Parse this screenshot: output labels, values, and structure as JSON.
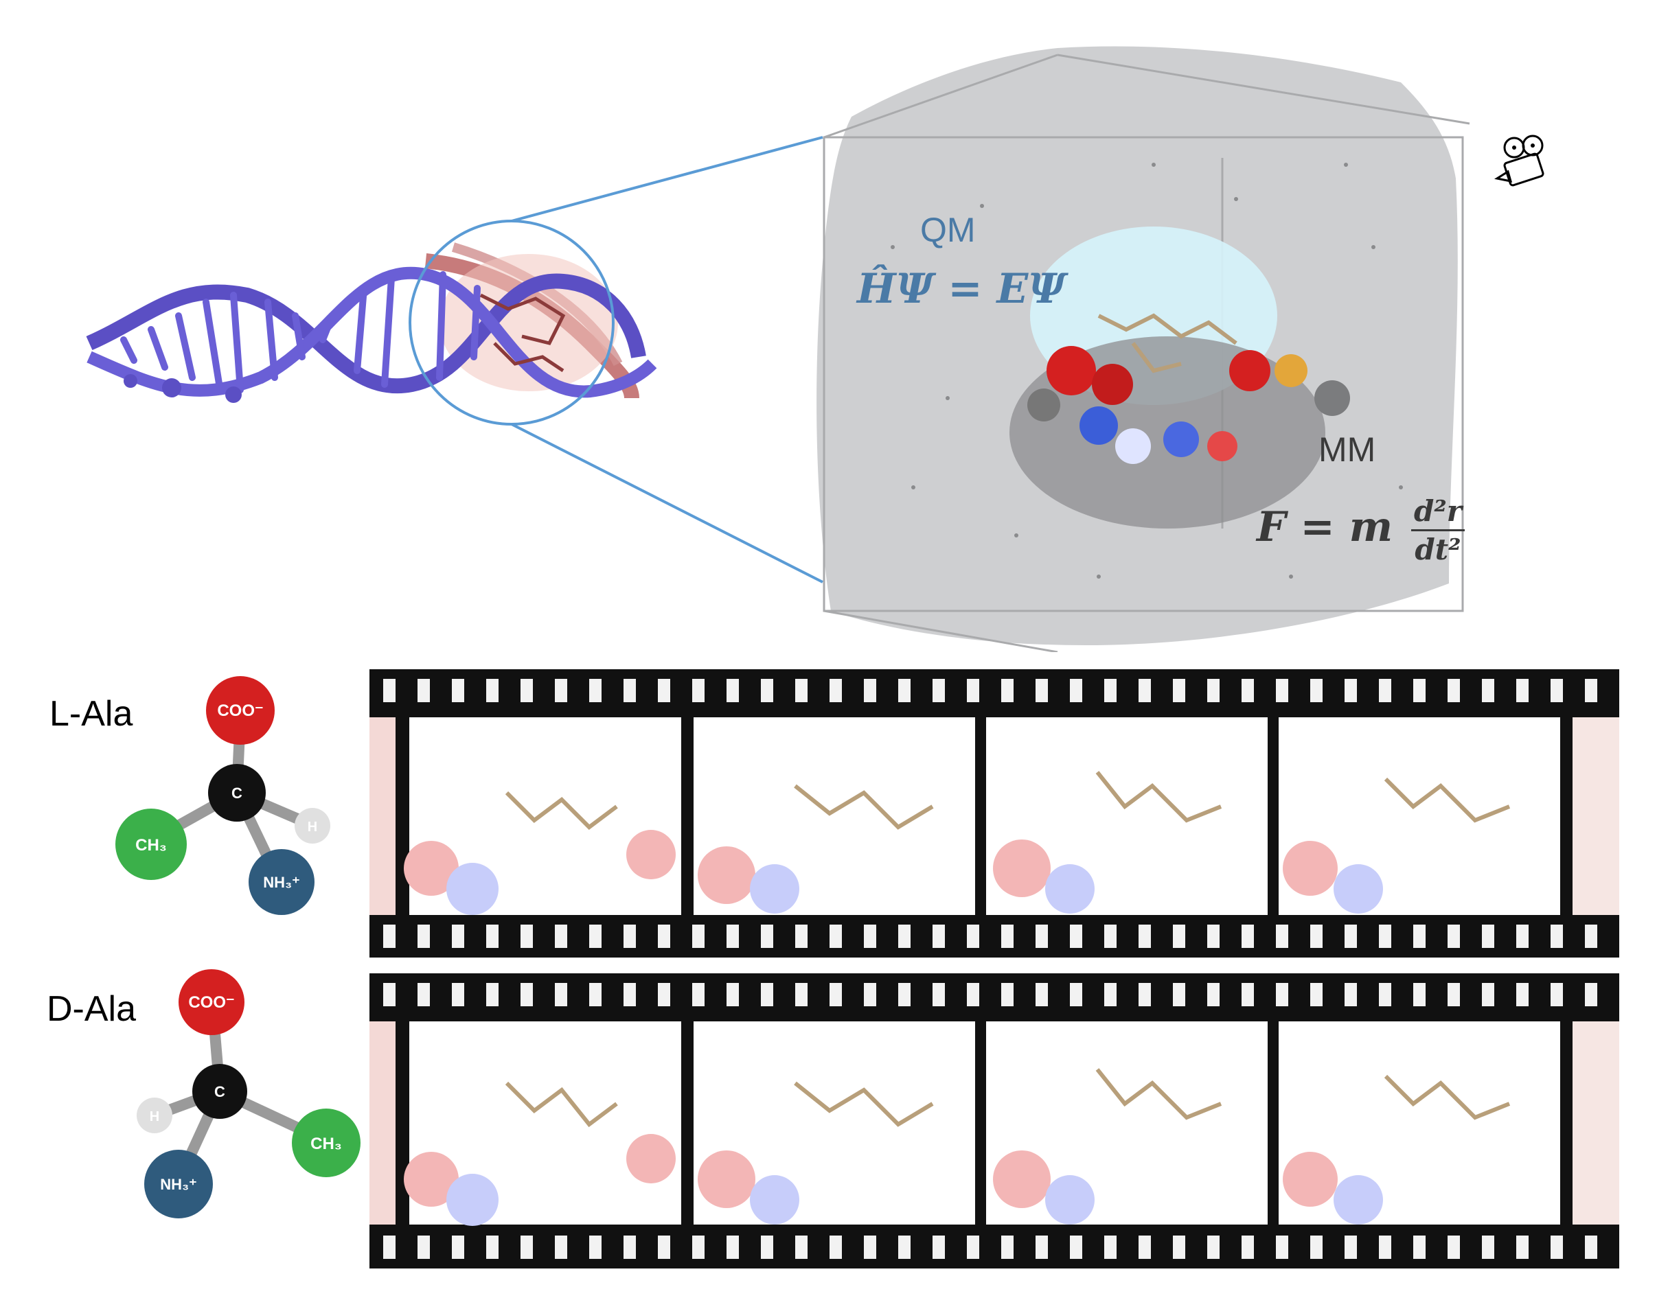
{
  "qm": {
    "label": "QM",
    "equation": "ĤΨ = EΨ"
  },
  "mm": {
    "label": "MM",
    "equation_lhs": "F = m",
    "equation_num": "d²r",
    "equation_den": "dt²"
  },
  "rows": [
    {
      "label": "L-Ala",
      "atoms": {
        "top": "COO⁻",
        "center": "C",
        "left": "CH₃",
        "right": "H",
        "bottom": "NH₃⁺"
      }
    },
    {
      "label": "D-Ala",
      "atoms": {
        "top": "COO⁻",
        "center": "C",
        "left": "H",
        "right": "CH₃",
        "bottom": "NH₃⁺"
      }
    }
  ],
  "colors": {
    "rna_strand": "#5b4fc4",
    "rna_partner": "#c77b7b",
    "zoom_lines": "#5a9bd5",
    "solvent_box": "#c9cacc",
    "qm_glow": "#d6f3fb",
    "oxygen_red": "#d42020",
    "carbon_black": "#111111",
    "methyl_green": "#3bb04a",
    "amine_blue": "#2f5b7d",
    "film_black": "#111111"
  },
  "icons": [
    "movie-camera-icon"
  ]
}
